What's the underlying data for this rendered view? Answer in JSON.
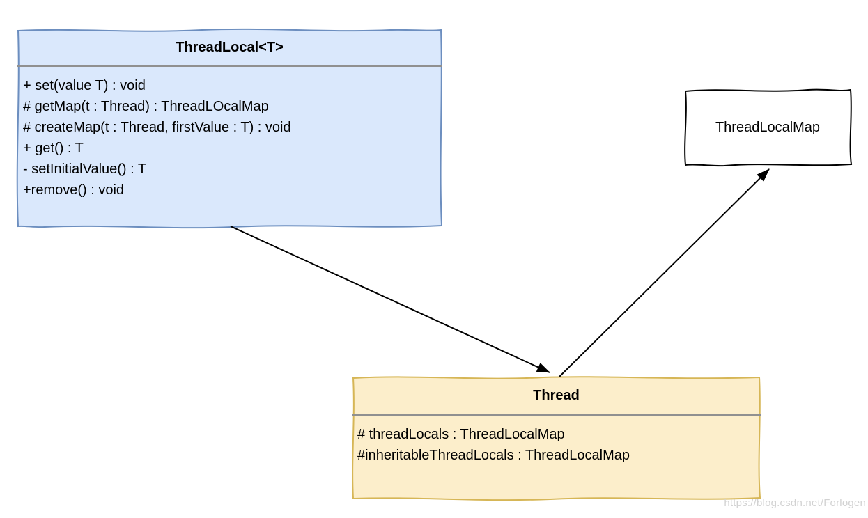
{
  "diagram": {
    "title": "ThreadLocal UML class diagram",
    "classes": [
      {
        "name": "ThreadLocal<T>",
        "kind": "class",
        "fill": "#dae8fc",
        "border": "#6c8ebf",
        "members": [
          "+ set(value T) : void",
          "# getMap(t : Thread) : ThreadLOcalMap",
          "# createMap(t : Thread, firstValue : T) : void",
          "+ get() : T",
          "- setInitialValue() : T",
          "+remove() : void"
        ]
      },
      {
        "name": "ThreadLocalMap",
        "kind": "node",
        "fill": "#ffffff",
        "border": "#000000",
        "members": []
      },
      {
        "name": "Thread",
        "kind": "class",
        "fill": "#fceecb",
        "border": "#d6b656",
        "members": [
          "# threadLocals : ThreadLocalMap",
          "#inheritableThreadLocals : ThreadLocalMap"
        ]
      }
    ],
    "connections": [
      {
        "from": "ThreadLocal<T>",
        "to": "Thread",
        "style": "arrow"
      },
      {
        "from": "Thread",
        "to": "ThreadLocalMap",
        "style": "arrow"
      }
    ],
    "divider_color": "#909090",
    "arrow_color": "#000000",
    "watermark": "https://blog.csdn.net/Forlogen"
  }
}
